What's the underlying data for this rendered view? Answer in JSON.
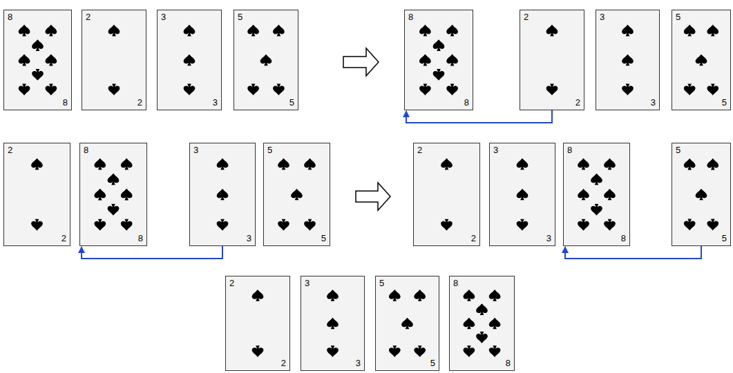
{
  "diagram": {
    "nodes": [
      {
        "text": [
          "8",
          "8"
        ]
      },
      {
        "text": [
          "2",
          "2"
        ]
      },
      {
        "text": [
          "3",
          "3"
        ]
      },
      {
        "text": [
          "5",
          "5"
        ]
      },
      {
        "text": [
          "8",
          "8"
        ]
      },
      {
        "text": [
          "2",
          "2"
        ]
      },
      {
        "text": [
          "3",
          "3"
        ]
      },
      {
        "text": [
          "5",
          "5"
        ]
      },
      {
        "text": [
          "2",
          "2"
        ]
      },
      {
        "text": [
          "8",
          "8"
        ]
      },
      {
        "text": [
          "3",
          "3"
        ]
      },
      {
        "text": [
          "5",
          "5"
        ]
      },
      {
        "text": [
          "2",
          "2"
        ]
      },
      {
        "text": [
          "3",
          "3"
        ]
      },
      {
        "text": [
          "8",
          "8"
        ]
      },
      {
        "text": [
          "5",
          "5"
        ]
      },
      {
        "text": [
          "2",
          "2"
        ]
      },
      {
        "text": [
          "3",
          "3"
        ]
      },
      {
        "text": [
          "5",
          "5"
        ]
      },
      {
        "text": [
          "8",
          "8"
        ]
      }
    ],
    "edges": [
      {
        "from": 5,
        "to": 4,
        "arrow": "to"
      },
      {
        "from": 10,
        "to": 9,
        "arrow": "to"
      },
      {
        "from": 15,
        "to": 14,
        "arrow": "to"
      }
    ]
  }
}
